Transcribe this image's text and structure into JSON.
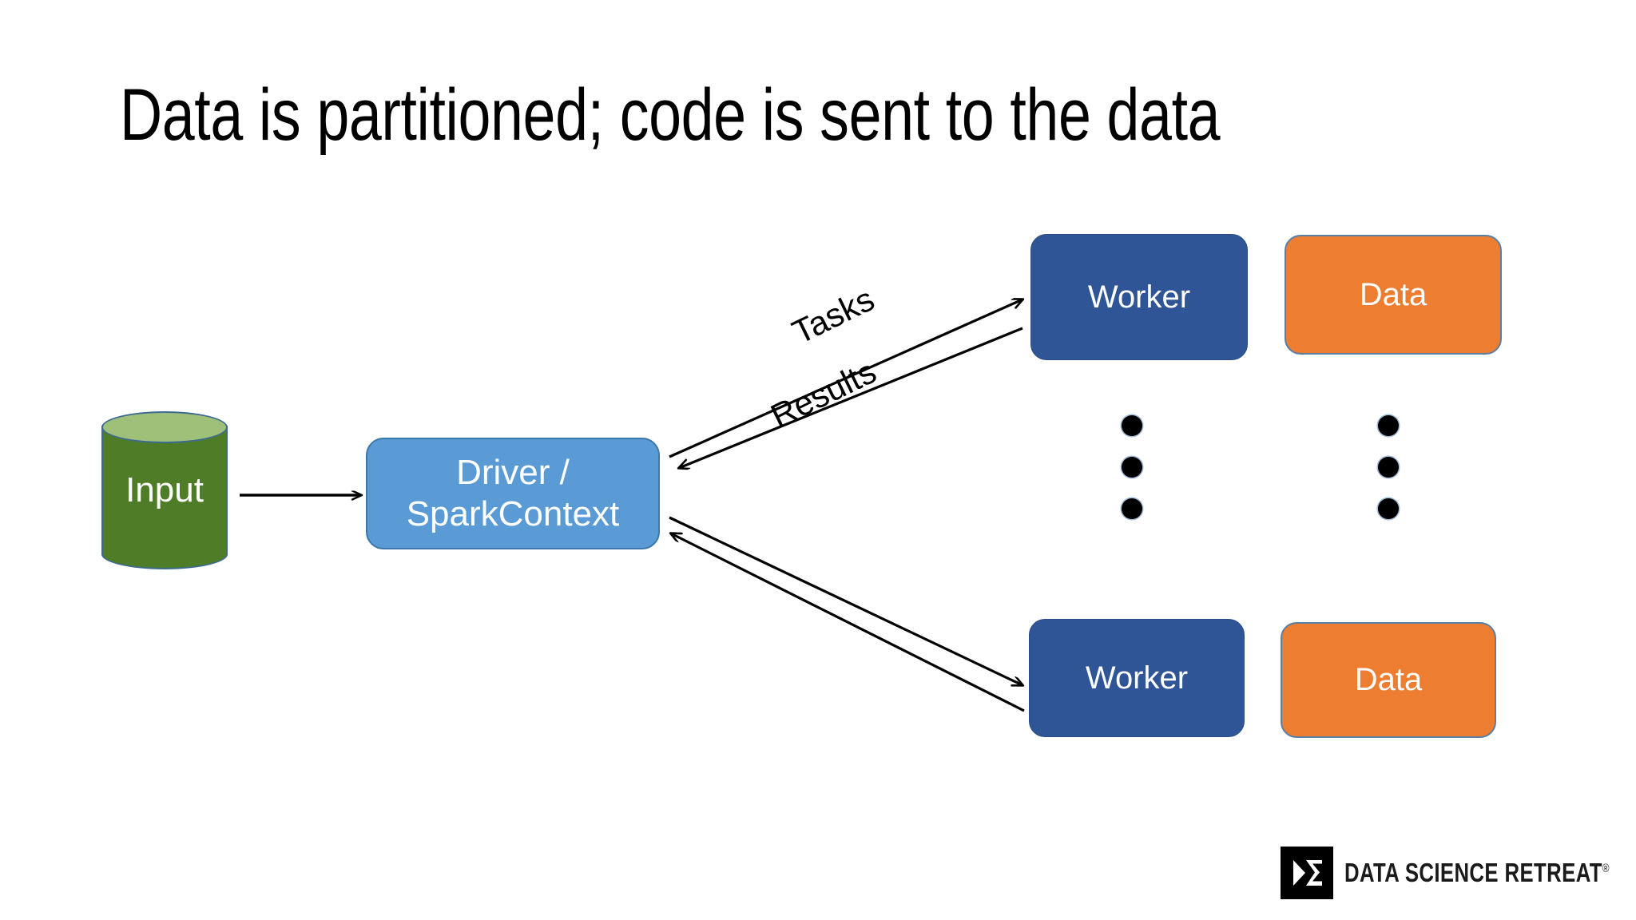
{
  "slide": {
    "title": "Data is partitioned; code is sent to the data",
    "background_color": "#ffffff"
  },
  "nodes": {
    "input": {
      "label": "Input",
      "shape": "cylinder",
      "fill_color": "#4f7d27",
      "top_fill_color": "#9ec079",
      "border_color": "#3d6a91",
      "text_color": "#ffffff"
    },
    "driver": {
      "line1": "Driver /",
      "line2": "SparkContext",
      "shape": "rounded-rect",
      "fill_color": "#5b9bd5",
      "border_color": "#3d77ab",
      "text_color": "#ffffff"
    },
    "worker_top": {
      "label": "Worker",
      "fill_color": "#2f5597",
      "text_color": "#ffffff"
    },
    "worker_bottom": {
      "label": "Worker",
      "fill_color": "#2f5597",
      "text_color": "#ffffff"
    },
    "data_top": {
      "label": "Data",
      "fill_color": "#ed7d31",
      "border_color": "#5a7fa6",
      "text_color": "#ffffff"
    },
    "data_bottom": {
      "label": "Data",
      "fill_color": "#ed7d31",
      "border_color": "#5a7fa6",
      "text_color": "#ffffff"
    }
  },
  "edges": {
    "tasks_label": "Tasks",
    "results_label": "Results",
    "line_color": "#000000"
  },
  "ellipsis": {
    "dot_count": 3,
    "dot_color": "#000000"
  },
  "logo": {
    "text": "DATA SCIENCE RETREAT",
    "registered_mark": "®",
    "mark_background": "#000000",
    "mark_glyph": "triangle-sigma-icon"
  }
}
